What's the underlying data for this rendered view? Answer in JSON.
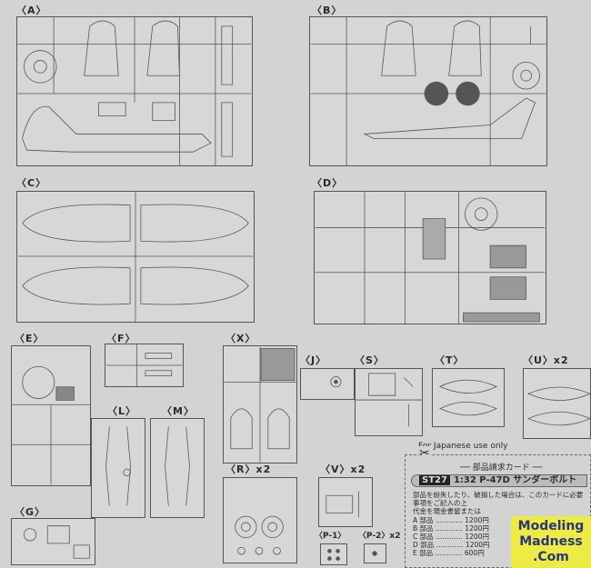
{
  "sprues": [
    {
      "id": "A",
      "label": "〈A〉"
    },
    {
      "id": "B",
      "label": "〈B〉"
    },
    {
      "id": "C",
      "label": "〈C〉"
    },
    {
      "id": "D",
      "label": "〈D〉"
    },
    {
      "id": "E",
      "label": "〈E〉"
    },
    {
      "id": "F",
      "label": "〈F〉"
    },
    {
      "id": "X",
      "label": "〈X〉"
    },
    {
      "id": "L",
      "label": "〈L〉"
    },
    {
      "id": "M",
      "label": "〈M〉"
    },
    {
      "id": "J",
      "label": "〈J〉"
    },
    {
      "id": "S",
      "label": "〈S〉"
    },
    {
      "id": "T",
      "label": "〈T〉"
    },
    {
      "id": "U",
      "label": "〈U〉x2"
    },
    {
      "id": "R",
      "label": "〈R〉x2"
    },
    {
      "id": "V",
      "label": "〈V〉x2"
    },
    {
      "id": "G",
      "label": "〈G〉"
    },
    {
      "id": "P1",
      "label": "〈P-1〉"
    },
    {
      "id": "P2",
      "label": "〈P-2〉x2"
    }
  ],
  "order_card": {
    "note": "For Japanese use only",
    "title": "── 部品請求カード ──",
    "kit_code": "ST27",
    "kit_name": "1:32 P-47D サンダーボルト",
    "intro_1": "部品を紛失したり、破損した場合は、このカードに必要事項をご記入の上",
    "intro_2": "代金を現金書留または",
    "rows": [
      "A 部品 ………… 1200円",
      "B 部品 ………… 1200円",
      "C 部品 ………… 1200円",
      "D 部品 ………… 1200円",
      "E 部品 ………… 600円"
    ]
  },
  "watermark": {
    "line1": "Modeling",
    "line2": "Madness",
    ".com": ".Com"
  }
}
